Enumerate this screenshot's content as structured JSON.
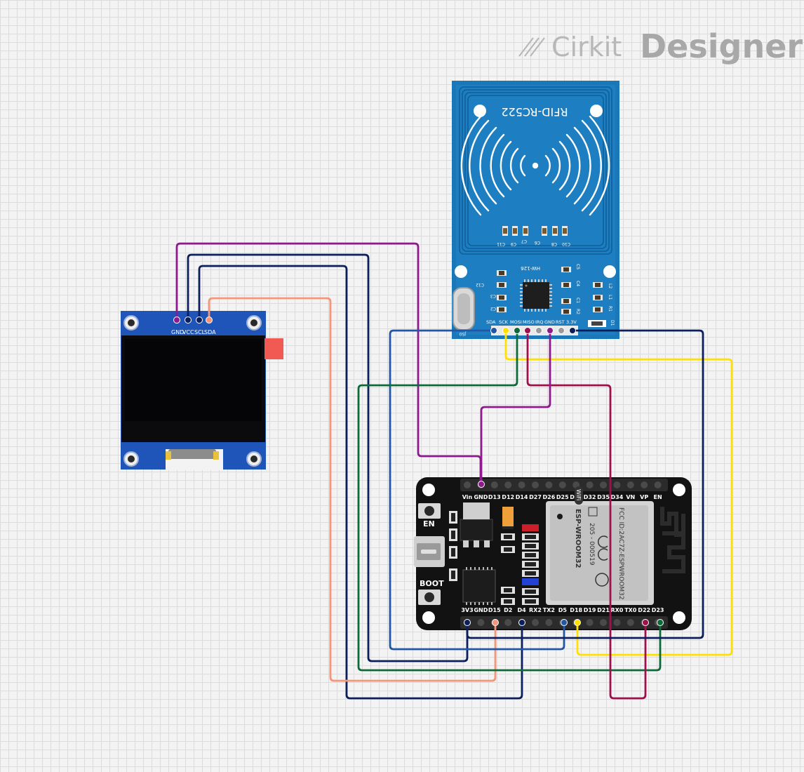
{
  "watermark": {
    "brand": "Cirkit",
    "product": "Designer"
  },
  "oled": {
    "pins": [
      "GND",
      "VCC",
      "SCL",
      "SDA"
    ]
  },
  "rfid": {
    "title": "RFID-RC522",
    "model": "HW-126",
    "pins": [
      "SDA",
      "SCK",
      "MOSI",
      "MISO",
      "IRQ",
      "GND",
      "RST",
      "3.3V"
    ],
    "components": [
      "C11",
      "C9",
      "C7",
      "C6",
      "C8",
      "C10",
      "C5",
      "C4",
      "C12",
      "C3",
      "C2",
      "C1",
      "L2",
      "L1",
      "R1",
      "R2",
      "D1",
      "J50"
    ]
  },
  "esp32": {
    "top_pins": [
      "Vin",
      "GND",
      "D13",
      "D12",
      "D14",
      "D27",
      "D26",
      "D25",
      "D33",
      "D32",
      "D35",
      "D34",
      "VN",
      "VP",
      "EN"
    ],
    "bottom_pins": [
      "3V3",
      "GND",
      "D15",
      "D2",
      "D4",
      "RX2",
      "TX2",
      "D5",
      "D18",
      "D19",
      "D21",
      "RX0",
      "TX0",
      "D22",
      "D23"
    ],
    "buttons": [
      "EN",
      "BOOT"
    ],
    "module": {
      "brand": "WiFi",
      "name": "ESP-WROOM32",
      "fcc": "FCC ID:2AC7Z-ESPWROOM32",
      "cert": "205 - 000519"
    }
  },
  "wire_colors": {
    "purple": "#8e1a8e",
    "navy": "#0b1f5c",
    "salmon": "#f5957a",
    "blue": "#2456a6",
    "green": "#0d6b3a",
    "crimson": "#a0104a",
    "yellow": "#ffe000"
  }
}
